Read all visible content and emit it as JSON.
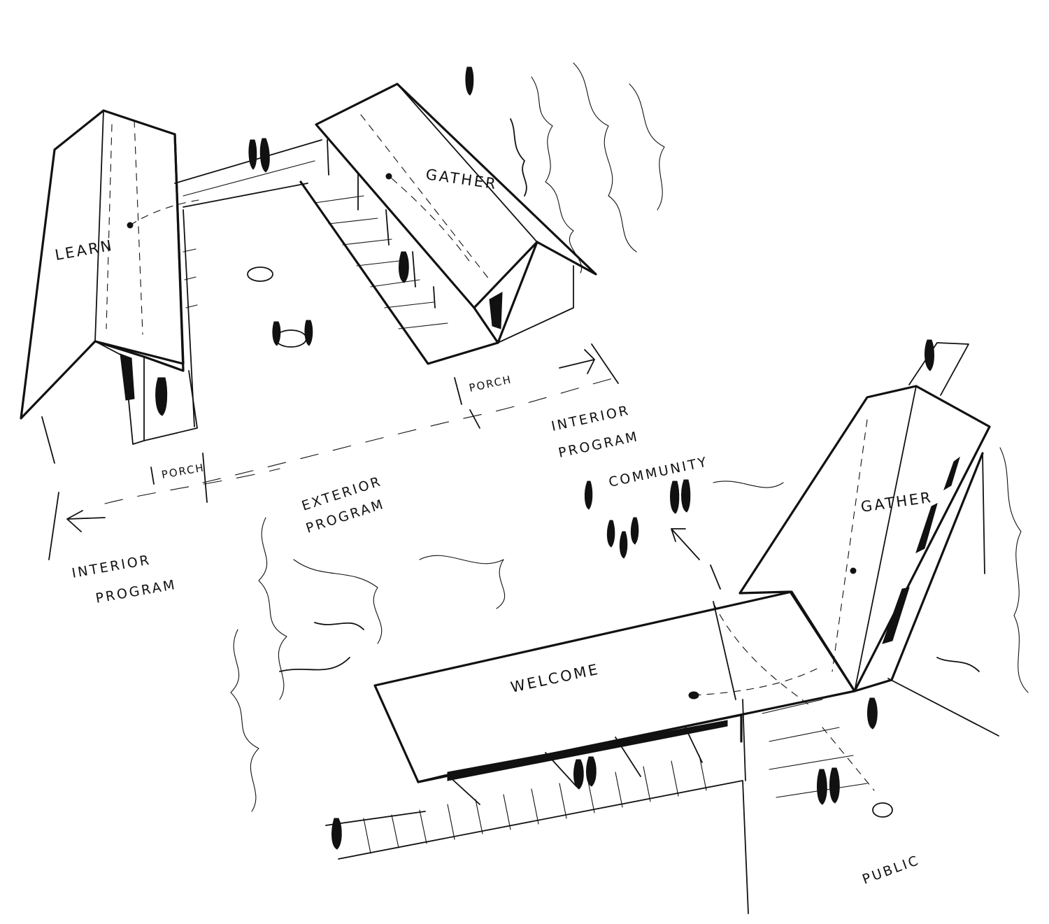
{
  "labels": {
    "learn": "LEARN",
    "gather_top": "GATHER",
    "gather_right": "GATHER",
    "welcome": "WELCOME",
    "porch_left": "PORCH",
    "porch_mid": "PORCH",
    "interior_left_1": "INTERIOR",
    "interior_left_2": "PROGRAM",
    "exterior_1": "EXTERIOR",
    "exterior_2": "PROGRAM",
    "interior_right_1": "INTERIOR",
    "interior_right_2": "PROGRAM",
    "community": "COMMUNITY",
    "public": "PUBLIC"
  },
  "colors": {
    "ink": "#111111",
    "paper": "#ffffff"
  }
}
